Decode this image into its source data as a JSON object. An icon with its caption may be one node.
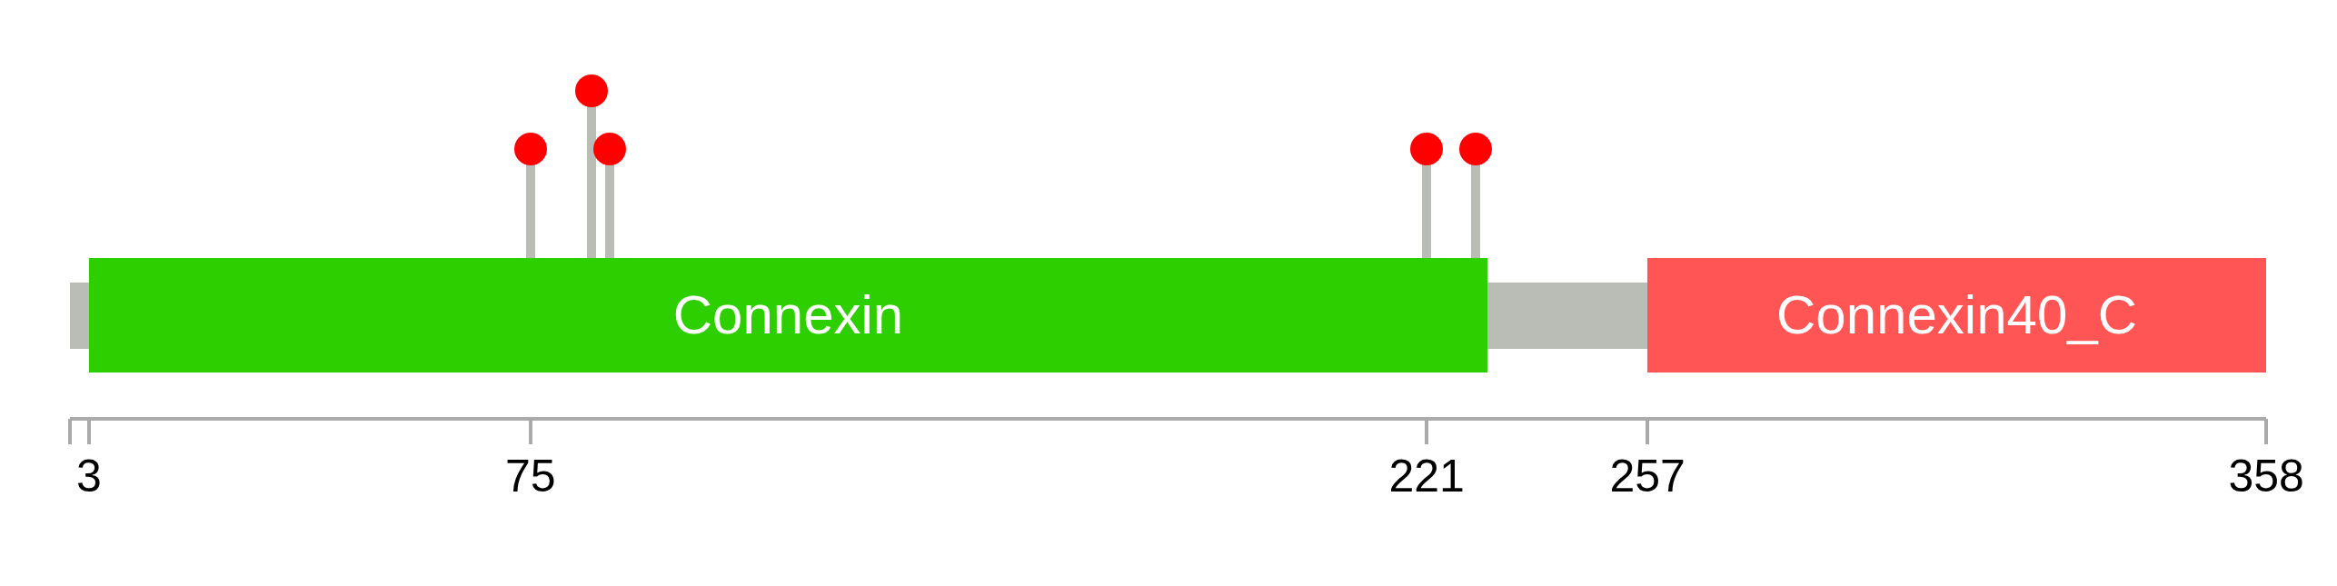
{
  "diagram": {
    "nodes": [
      {
        "text": [
          "Connexin"
        ]
      },
      {
        "text": [
          "Connexin40_C"
        ]
      }
    ],
    "labels": [
      "3",
      "75",
      "221",
      "257",
      "358"
    ]
  }
}
